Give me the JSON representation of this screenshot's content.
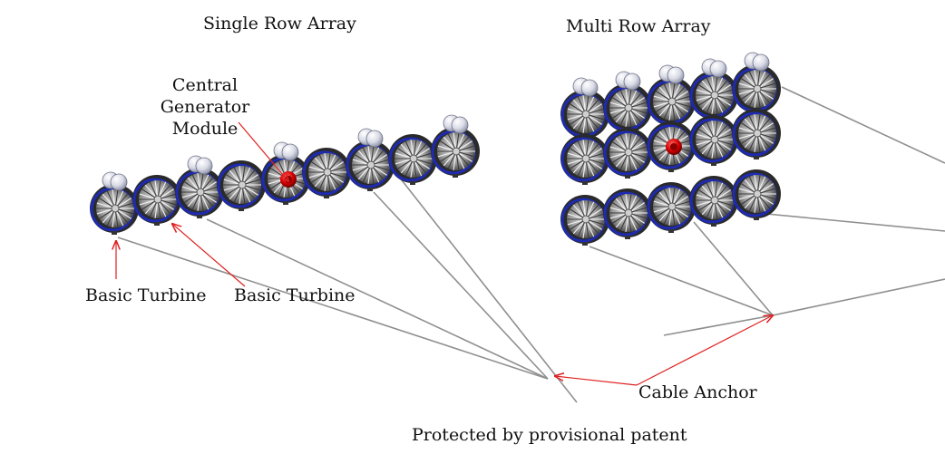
{
  "titles": {
    "single_row": "Single Row Array",
    "multi_row": "Multi Row Array"
  },
  "labels": {
    "central_generator": [
      "Central",
      "Generator",
      "Module"
    ],
    "basic_turbine_1": "Basic Turbine",
    "basic_turbine_2": "Basic Turbine",
    "cable_anchor": "Cable Anchor"
  },
  "footer": "Protected by provisional patent",
  "colors": {
    "cable": "#8f8f8f",
    "callout_arrow": "#e02020",
    "turbine_rim": "#2a2a2a",
    "turbine_blades": "#9c9c9c",
    "turbine_accent": "#1e2bb0",
    "float_buoy": "#d9dbe6",
    "generator": "#d60000"
  }
}
